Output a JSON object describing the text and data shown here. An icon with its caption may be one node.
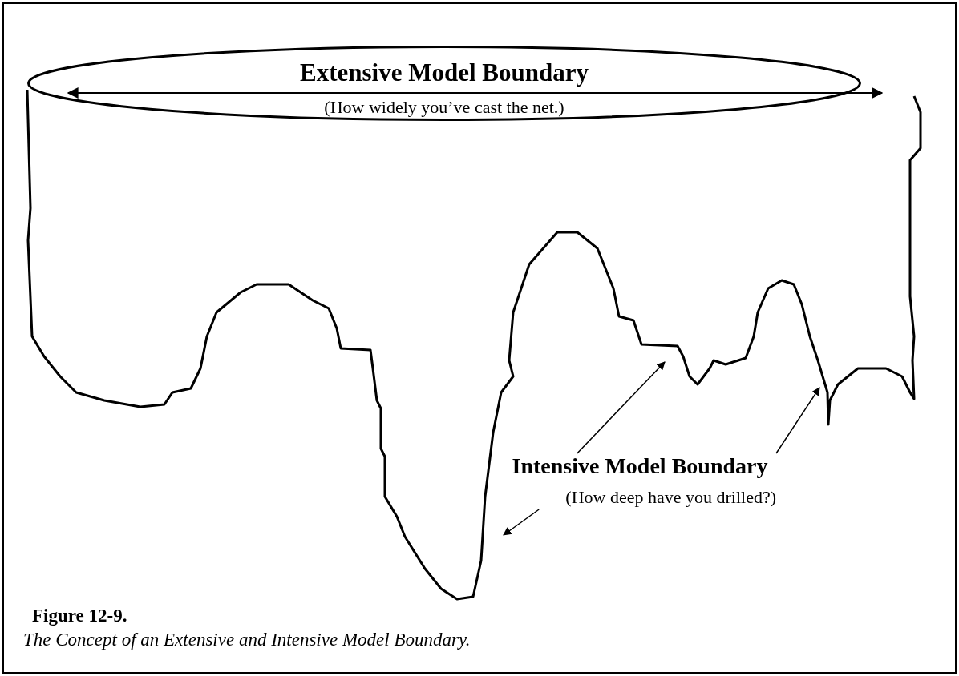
{
  "diagram": {
    "title": "Figure 12-9.",
    "caption": "The Concept of an Extensive and Intensive Model Boundary.",
    "nodes": [
      {
        "text": [
          "Extensive Model Boundary",
          "(How widely you’ve cast the net.)"
        ]
      },
      {
        "text": [
          "Intensive Model Boundary",
          "(How deep have you drilled?)"
        ]
      }
    ],
    "edges": [
      {
        "from": 1,
        "to": null,
        "arrow": "to"
      },
      {
        "from": 1,
        "to": null,
        "arrow": "to"
      },
      {
        "from": 1,
        "to": null,
        "arrow": "to"
      }
    ]
  }
}
